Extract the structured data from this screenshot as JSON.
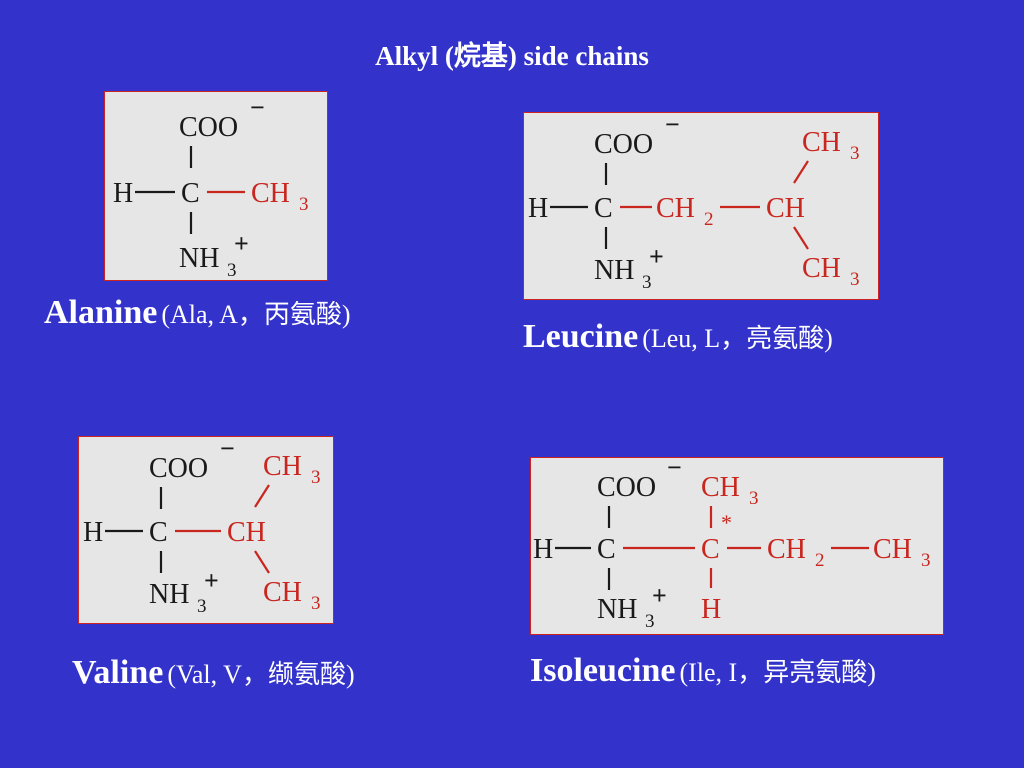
{
  "slide": {
    "title": "Alkyl (烷基) side chains"
  },
  "structure_text": {
    "coo": "COO",
    "minus": "−",
    "h": "H",
    "c": "C",
    "ch3": "CH",
    "ch2": "CH",
    "ch": "CH",
    "sub3": "3",
    "sub2": "2",
    "nh": "NH",
    "plus": "+",
    "star": "*"
  },
  "alanine": {
    "name": "Alanine",
    "detail": "(Ala, A，丙氨酸)"
  },
  "leucine": {
    "name": "Leucine",
    "detail": "(Leu, L，亮氨酸)"
  },
  "valine": {
    "name": "Valine",
    "detail": "(Val, V，缬氨酸)"
  },
  "isoleucine": {
    "name": "Isoleucine",
    "detail": "(Ile, I，异亮氨酸)"
  },
  "colors": {
    "background": "#3333cc",
    "box": "#e6e6e6",
    "side_chain": "#c8261e",
    "backbone": "#1a1a1a"
  }
}
